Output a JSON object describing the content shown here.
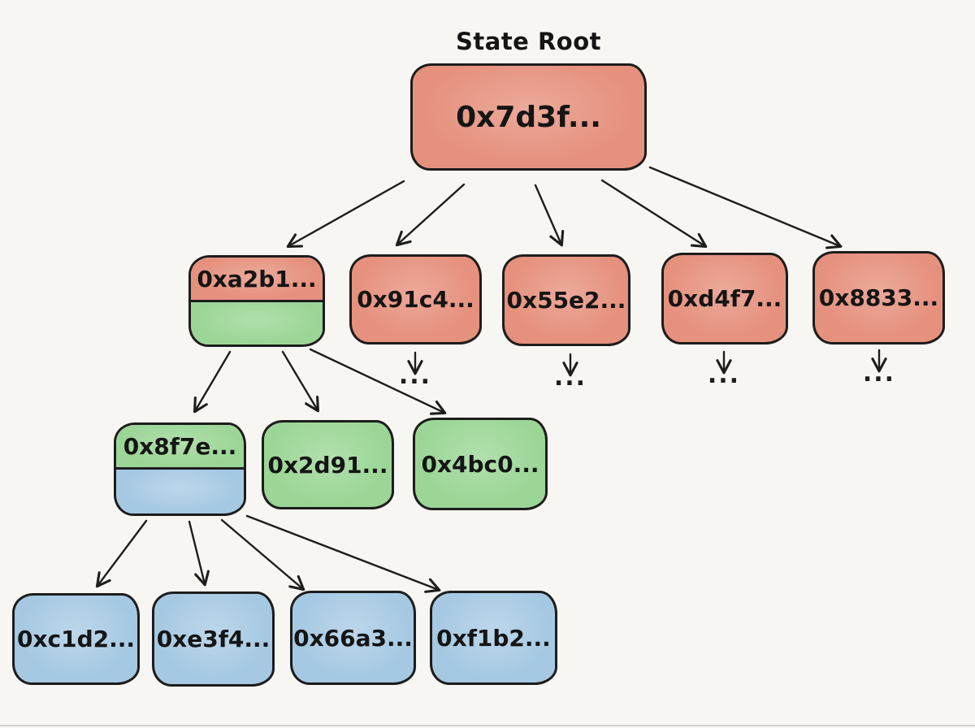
{
  "title": "State Root",
  "colors": {
    "background": "#f7f6f2",
    "salmon": "#e6917e",
    "green": "#9cd697",
    "blue": "#a6c9e3",
    "stroke": "#1d1d1d",
    "text": "#151515"
  },
  "nodes": {
    "root": {
      "label": "0x7d3f...",
      "color": "salmon"
    },
    "level2": [
      {
        "label": "0xa2b1...",
        "color": "salmon",
        "sub_color": "green"
      },
      {
        "label": "0x91c4...",
        "color": "salmon"
      },
      {
        "label": "0x55e2...",
        "color": "salmon"
      },
      {
        "label": "0xd4f7...",
        "color": "salmon"
      },
      {
        "label": "0x8833...",
        "color": "salmon"
      }
    ],
    "level3": [
      {
        "label": "0x8f7e...",
        "color": "green",
        "sub_color": "blue"
      },
      {
        "label": "0x2d91...",
        "color": "green"
      },
      {
        "label": "0x4bc0...",
        "color": "green"
      }
    ],
    "level4": [
      {
        "label": "0xc1d2...",
        "color": "blue"
      },
      {
        "label": "0xe3f4...",
        "color": "blue"
      },
      {
        "label": "0x66a3...",
        "color": "blue"
      },
      {
        "label": "0xf1b2...",
        "color": "blue"
      }
    ]
  },
  "ellipsis": "...",
  "edges": [
    {
      "from": "0x7d3f...",
      "to": "0xa2b1..."
    },
    {
      "from": "0x7d3f...",
      "to": "0x91c4..."
    },
    {
      "from": "0x7d3f...",
      "to": "0x55e2..."
    },
    {
      "from": "0x7d3f...",
      "to": "0xd4f7..."
    },
    {
      "from": "0x7d3f...",
      "to": "0x8833..."
    },
    {
      "from": "0xa2b1...",
      "to": "0x8f7e..."
    },
    {
      "from": "0xa2b1...",
      "to": "0x2d91..."
    },
    {
      "from": "0xa2b1...",
      "to": "0x4bc0..."
    },
    {
      "from": "0x8f7e...",
      "to": "0xc1d2..."
    },
    {
      "from": "0x8f7e...",
      "to": "0xe3f4..."
    },
    {
      "from": "0x8f7e...",
      "to": "0x66a3..."
    },
    {
      "from": "0x8f7e...",
      "to": "0xf1b2..."
    },
    {
      "from": "0x91c4...",
      "to": "..."
    },
    {
      "from": "0x55e2...",
      "to": "..."
    },
    {
      "from": "0xd4f7...",
      "to": "..."
    },
    {
      "from": "0x8833...",
      "to": "..."
    }
  ]
}
